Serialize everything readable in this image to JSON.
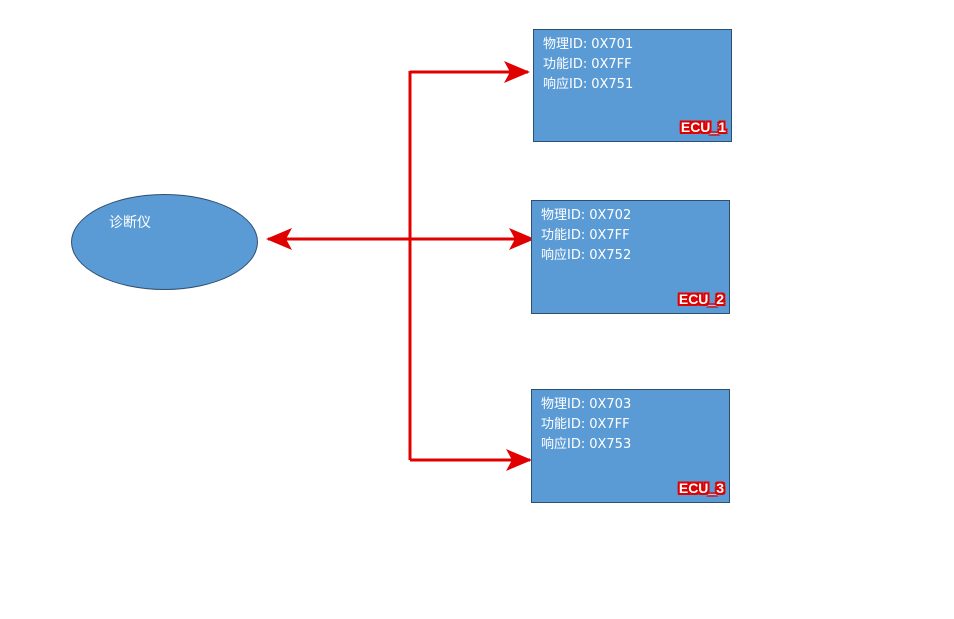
{
  "tester": {
    "label": "诊断仪"
  },
  "ecus": [
    {
      "name": "ECU_1",
      "rows": [
        {
          "label": "物理ID:",
          "value": "0X701"
        },
        {
          "label": "功能ID:",
          "value": "0X7FF"
        },
        {
          "label": "响应ID:",
          "value": "0X751"
        }
      ]
    },
    {
      "name": "ECU_2",
      "rows": [
        {
          "label": "物理ID:",
          "value": "0X702"
        },
        {
          "label": "功能ID:",
          "value": "0X7FF"
        },
        {
          "label": "响应ID:",
          "value": "0X752"
        }
      ]
    },
    {
      "name": "ECU_3",
      "rows": [
        {
          "label": "物理ID:",
          "value": "0X703"
        },
        {
          "label": "功能ID:",
          "value": "0X7FF"
        },
        {
          "label": "响应ID:",
          "value": "0X753"
        }
      ]
    }
  ],
  "colors": {
    "shape_fill": "#5b9bd5",
    "shape_border": "#2f4f6f",
    "connector": "#e00000",
    "text": "#ffffff"
  }
}
